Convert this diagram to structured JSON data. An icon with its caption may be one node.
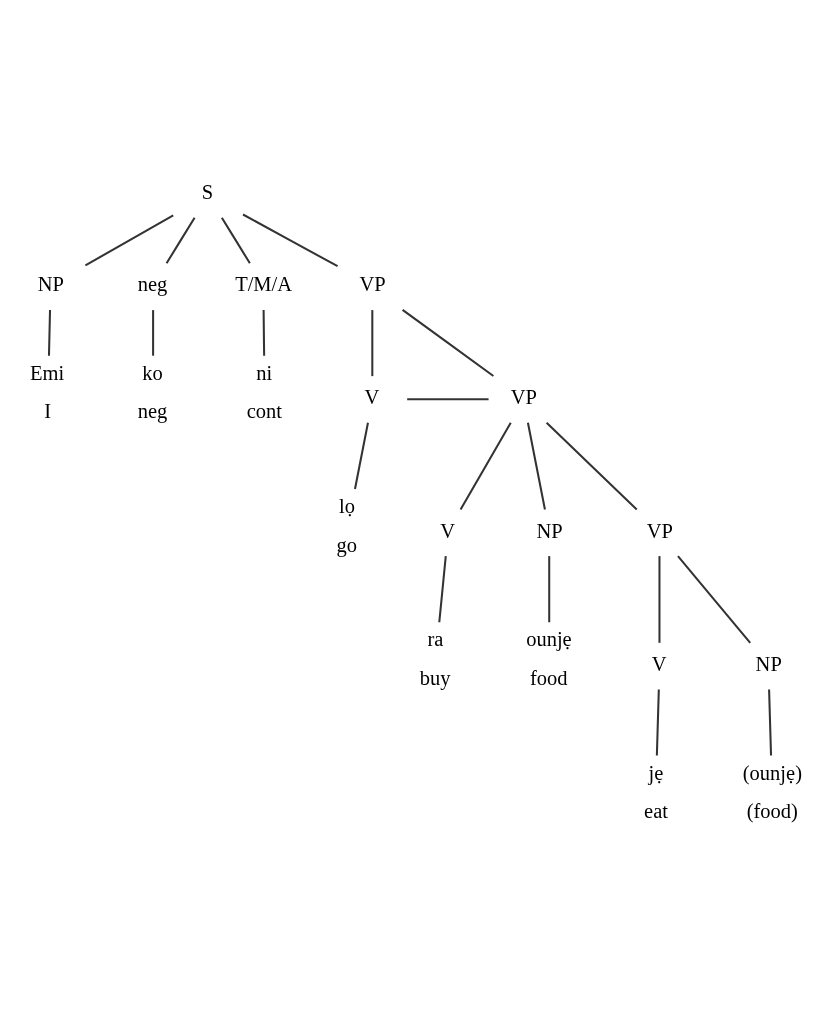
{
  "diagram": {
    "nodes": [
      {
        "text": [
          "S"
        ]
      },
      {
        "text": [
          "NP"
        ]
      },
      {
        "text": [
          "neg"
        ]
      },
      {
        "text": [
          "T/M/A"
        ]
      },
      {
        "text": [
          "VP"
        ]
      },
      {
        "text": [
          "Emi"
        ],
        "beside": [
          "I"
        ]
      },
      {
        "text": [
          "ko"
        ],
        "beside": [
          "neg"
        ]
      },
      {
        "text": [
          "ni"
        ],
        "beside": [
          "cont"
        ]
      },
      {
        "text": [
          "V"
        ]
      },
      {
        "text": [
          "VP"
        ]
      },
      {
        "text": [
          "lọ"
        ],
        "beside": [
          "go"
        ]
      },
      {
        "text": [
          "V"
        ]
      },
      {
        "text": [
          "NP"
        ]
      },
      {
        "text": [
          "VP"
        ]
      },
      {
        "text": [
          "ra"
        ],
        "beside": [
          "buy"
        ]
      },
      {
        "text": [
          "ounjẹ"
        ],
        "beside": [
          "food"
        ]
      },
      {
        "text": [
          "V"
        ]
      },
      {
        "text": [
          "NP"
        ]
      },
      {
        "text": [
          "jẹ"
        ],
        "beside": [
          "eat"
        ]
      },
      {
        "text": [
          "(ounjẹ)"
        ],
        "beside": [
          "(food)"
        ]
      }
    ],
    "edges": [
      {
        "from": 0,
        "to": 1,
        "arrow": "none"
      },
      {
        "from": 0,
        "to": 2,
        "arrow": "none"
      },
      {
        "from": 0,
        "to": 3,
        "arrow": "none"
      },
      {
        "from": 0,
        "to": 4,
        "arrow": "none"
      },
      {
        "from": 1,
        "to": 5,
        "arrow": "none"
      },
      {
        "from": 2,
        "to": 6,
        "arrow": "none"
      },
      {
        "from": 3,
        "to": 7,
        "arrow": "none"
      },
      {
        "from": 4,
        "to": 8,
        "arrow": "none"
      },
      {
        "from": 4,
        "to": 9,
        "arrow": "none"
      },
      {
        "from": 8,
        "to": 9,
        "arrow": "none"
      },
      {
        "from": 8,
        "to": 10,
        "arrow": "none"
      },
      {
        "from": 9,
        "to": 11,
        "arrow": "none"
      },
      {
        "from": 9,
        "to": 12,
        "arrow": "none"
      },
      {
        "from": 9,
        "to": 13,
        "arrow": "none"
      },
      {
        "from": 11,
        "to": 14,
        "arrow": "none"
      },
      {
        "from": 12,
        "to": 15,
        "arrow": "none"
      },
      {
        "from": 13,
        "to": 16,
        "arrow": "none"
      },
      {
        "from": 13,
        "to": 17,
        "arrow": "none"
      },
      {
        "from": 16,
        "to": 18,
        "arrow": "none"
      },
      {
        "from": 17,
        "to": 19,
        "arrow": "none"
      }
    ]
  }
}
